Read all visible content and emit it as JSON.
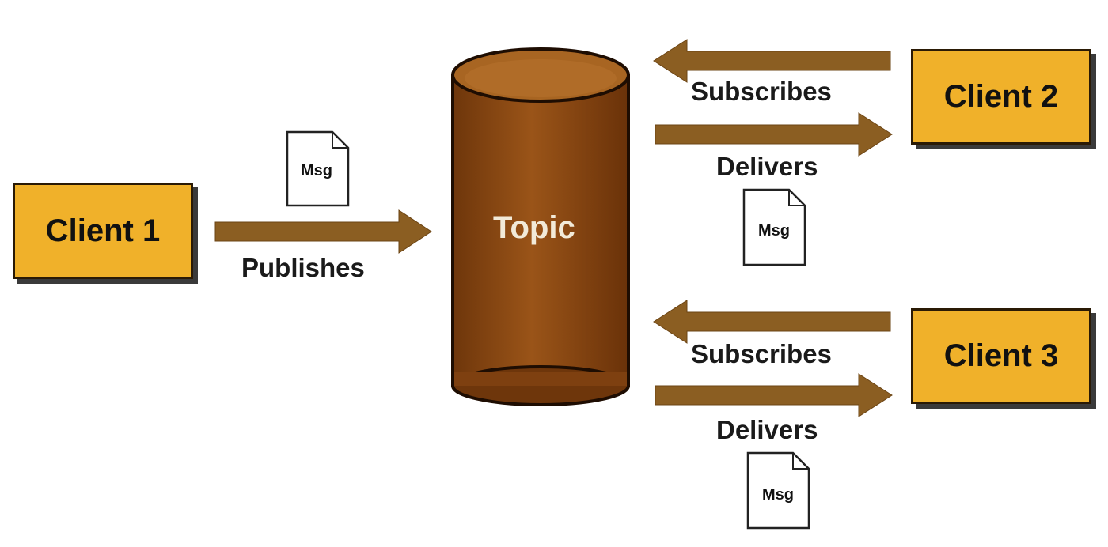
{
  "topic": {
    "label": "Topic"
  },
  "clients": [
    {
      "name": "Client 1"
    },
    {
      "name": "Client 2"
    },
    {
      "name": "Client 3"
    }
  ],
  "edges": {
    "publishes": "Publishes",
    "subscribes_2": "Subscribes",
    "delivers_2": "Delivers",
    "subscribes_3": "Subscribes",
    "delivers_3": "Delivers"
  },
  "messages": [
    {
      "label": "Msg"
    },
    {
      "label": "Msg"
    },
    {
      "label": "Msg"
    }
  ],
  "colors": {
    "client_fill": "#f0b12a",
    "topic_fill": "#8b4a14",
    "arrow_fill": "#8b5e22"
  }
}
